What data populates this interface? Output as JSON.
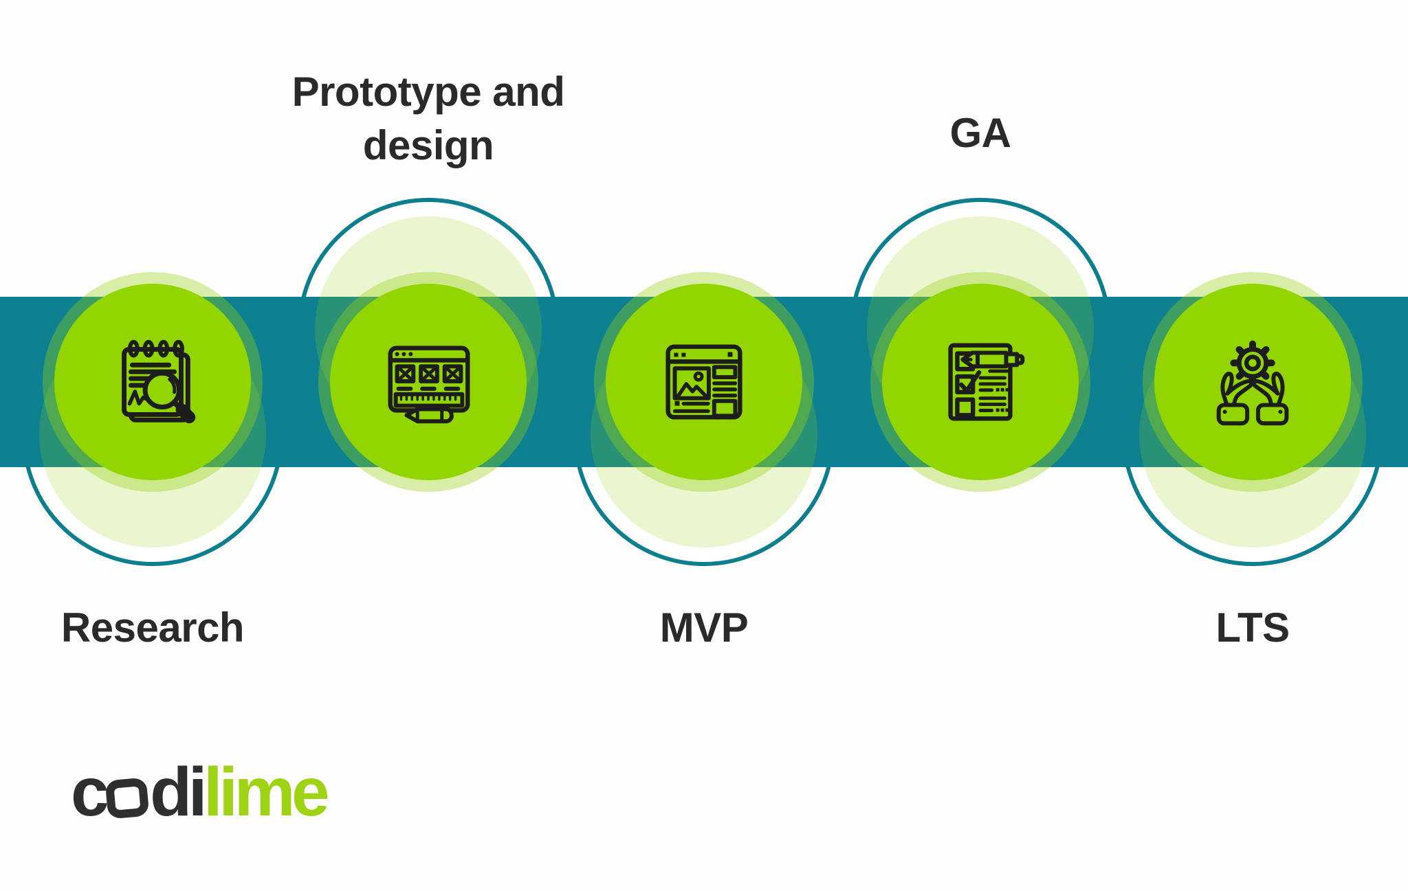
{
  "timeline": {
    "band_color": "#0e8190",
    "ring_color": "#0c7e8d",
    "circle_color": "#93d500",
    "halo_color": "rgba(151,211,16,0.36)",
    "icon_stroke_color": "#1d1d1b",
    "label_color": "#2a2a28",
    "milestones": [
      {
        "label": "Research",
        "label_position": "below",
        "icon": "research-notepad-magnifier"
      },
      {
        "label": "Prototype and design",
        "label_position": "above",
        "icon": "browser-wireframe-ruler-pencil"
      },
      {
        "label": "MVP",
        "label_position": "below",
        "icon": "browser-article-layout"
      },
      {
        "label": "GA",
        "label_position": "above",
        "icon": "checklist-document-pen"
      },
      {
        "label": "LTS",
        "label_position": "below",
        "icon": "hands-holding-gear"
      }
    ]
  },
  "logo": {
    "part1": "c",
    "part2": "di",
    "part3": "lime",
    "dark_color": "#2f2f2f",
    "lime_color": "#9fd416"
  }
}
